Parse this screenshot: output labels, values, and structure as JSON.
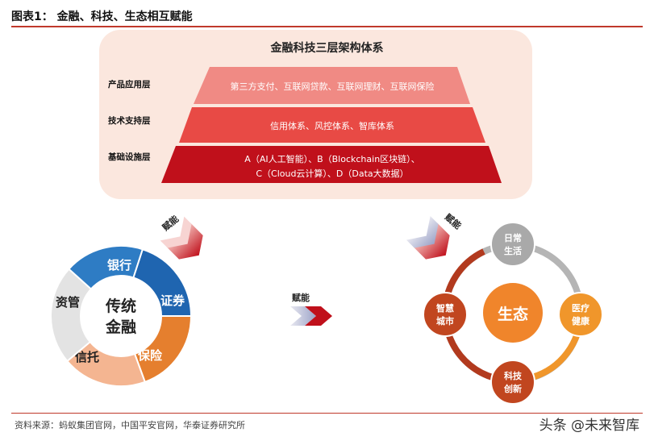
{
  "header": {
    "title": "图表1：  金融、科技、生态相互赋能"
  },
  "pyramid": {
    "title": "金融科技三层架构体系",
    "layers": [
      {
        "label": "产品应用层",
        "lines": [
          "第三方支付、互联网贷款、互联网理财、互联网保险"
        ],
        "color": "#f08a84"
      },
      {
        "label": "技术支持层",
        "lines": [
          "信用体系、风控体系、智库体系"
        ],
        "color": "#e84a45"
      },
      {
        "label": "基础设施层",
        "lines": [
          "A（AI人工智能）、B（Blockchain区块链）、",
          "C（Cloud云计算）、D（Data大数据）"
        ],
        "color": "#c0101b"
      }
    ]
  },
  "arrows": {
    "left": "赋能",
    "right": "赋能",
    "center": "赋能"
  },
  "traditional_finance": {
    "center": [
      "传统",
      "金融"
    ],
    "segments": [
      {
        "label": "银行",
        "color": "#2e7cc4"
      },
      {
        "label": "证券",
        "color": "#1f65b0"
      },
      {
        "label": "保险",
        "color": "#e57f2e"
      },
      {
        "label": "信托",
        "color": "#f4b591"
      },
      {
        "label": "资管",
        "color": "#e3e3e3"
      }
    ]
  },
  "ecosystem": {
    "center": "生态",
    "nodes": [
      {
        "lines": [
          "日常",
          "生活"
        ],
        "color": "#a9a9a9"
      },
      {
        "lines": [
          "医疗",
          "健康"
        ],
        "color": "#f0962b"
      },
      {
        "lines": [
          "科技",
          "创新"
        ],
        "color": "#c1461f"
      },
      {
        "lines": [
          "智慧",
          "城市"
        ],
        "color": "#c1461f"
      }
    ]
  },
  "footer": {
    "source": "资料来源：蚂蚁集团官网，中国平安官网，华泰证券研究所",
    "watermark": "头条 @未来智库"
  }
}
